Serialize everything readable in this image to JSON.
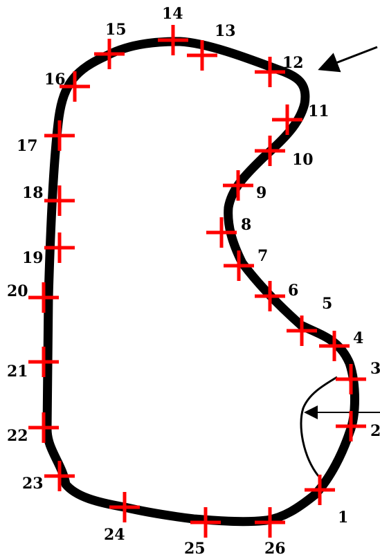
{
  "diagram": {
    "colors": {
      "track": "#000000",
      "marker": "#ff0000",
      "label": "#000000",
      "arrow": "#000000",
      "background": "#ffffff"
    },
    "markers": [
      {
        "label": "1"
      },
      {
        "label": "2"
      },
      {
        "label": "3"
      },
      {
        "label": "4"
      },
      {
        "label": "5"
      },
      {
        "label": "6"
      },
      {
        "label": "7"
      },
      {
        "label": "8"
      },
      {
        "label": "9"
      },
      {
        "label": "10"
      },
      {
        "label": "11"
      },
      {
        "label": "12"
      },
      {
        "label": "13"
      },
      {
        "label": "14"
      },
      {
        "label": "15"
      },
      {
        "label": "16"
      },
      {
        "label": "17"
      },
      {
        "label": "18"
      },
      {
        "label": "19"
      },
      {
        "label": "20"
      },
      {
        "label": "21"
      },
      {
        "label": "22"
      },
      {
        "label": "23"
      },
      {
        "label": "24"
      },
      {
        "label": "25"
      },
      {
        "label": "26"
      }
    ]
  }
}
